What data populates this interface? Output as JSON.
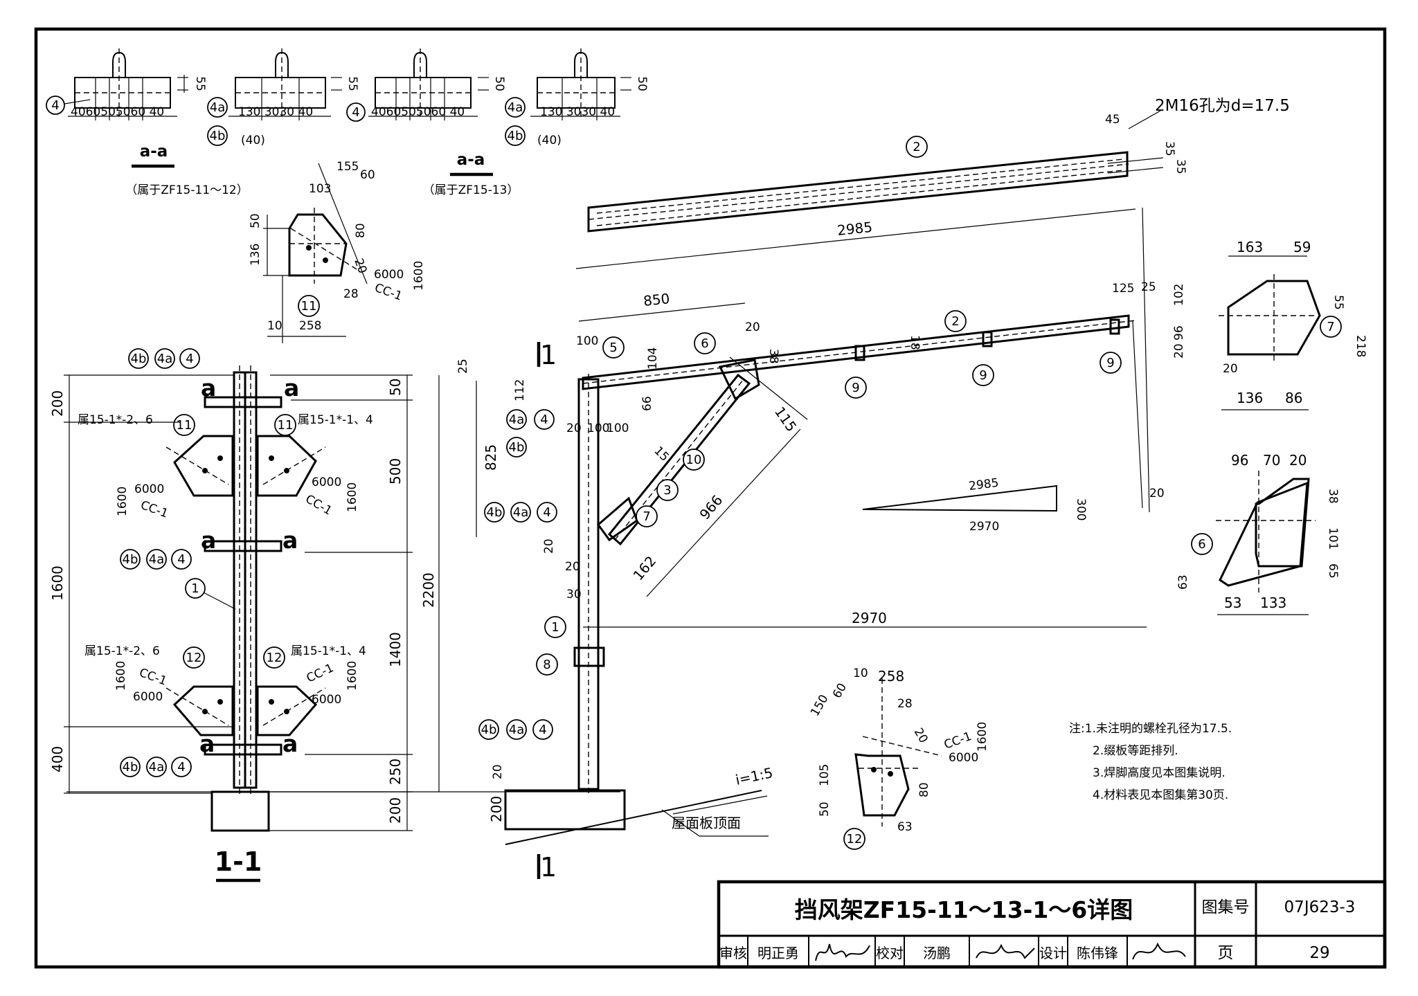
{
  "title_block": {
    "drawing_title": "挡风架ZF15-11～13-1～6详图",
    "atlas_label": "图集号",
    "atlas_no": "07J623-3",
    "page_label": "页",
    "page_no": "29",
    "review_label": "审核",
    "reviewer": "明正勇",
    "check_label": "校对",
    "checker": "汤鹏",
    "design_label": "设计",
    "designer": "陈伟锋"
  },
  "notes": [
    "注:1.未注明的螺栓孔径为17.5.",
    "2.缀板等距排列.",
    "3.焊脚高度见本图集说明.",
    "4.材料表见本图集第30页."
  ],
  "section_aa": {
    "label": "a-a",
    "caption_1": "（属于ZF15-11～12）",
    "caption_2": "（属于ZF15-13）",
    "dims_1": "4060505060 40",
    "dims_2": "130 3030 40",
    "dim_55": "55",
    "dim_50": "50",
    "paren_40": "(40)"
  },
  "section_11": {
    "label": "1-1",
    "belongs_a": "属15-1*-2、6",
    "belongs_b": "属15-1*-1、4",
    "dims_left": [
      "200",
      "1600",
      "400"
    ],
    "dims_right": [
      "50",
      "500",
      "1400",
      "250",
      "200"
    ],
    "dim_2200": "2200",
    "cc1": "CC-1",
    "dim_6000": "6000",
    "dim_1600": "1600",
    "section_a": "a"
  },
  "elevation": {
    "bolt_note": "2M16孔为d=17.5",
    "section_mark": "1",
    "dim_2985": "2985",
    "dim_2970": "2970",
    "dim_850": "850",
    "dim_966": "966",
    "dim_162": "162",
    "dim_115": "115",
    "dim_825": "825",
    "dim_112": "112",
    "dim_104": "104",
    "dim_100": "100",
    "dim_25": "25",
    "dim_20": "20",
    "dim_30": "30",
    "dim_45": "45",
    "dim_35": "35",
    "dim_125": "125",
    "dim_38": "38",
    "dim_18": "18",
    "dim_66": "66",
    "dim_15": "15",
    "slope_note": "i=1:5",
    "roof_note": "屋面板顶面",
    "slope_run": "2985",
    "slope_base": "2970",
    "slope_rise": "300"
  },
  "plate_7": {
    "dims": [
      "163",
      "59",
      "102",
      "55",
      "218",
      "96",
      "20",
      "136",
      "86",
      "20"
    ]
  },
  "plate_6": {
    "dims": [
      "96",
      "70",
      "20",
      "38",
      "101",
      "65",
      "63",
      "53",
      "133"
    ]
  },
  "plate_11": {
    "dims": [
      "155",
      "60",
      "103",
      "50",
      "136",
      "80",
      "20",
      "28",
      "258",
      "10"
    ]
  },
  "plate_12": {
    "dims": [
      "10",
      "258",
      "150",
      "60",
      "28",
      "20",
      "105",
      "50",
      "80",
      "63"
    ]
  },
  "marks": [
    "1",
    "2",
    "3",
    "4",
    "4a",
    "4b",
    "5",
    "6",
    "7",
    "8",
    "9",
    "10",
    "11",
    "12"
  ]
}
